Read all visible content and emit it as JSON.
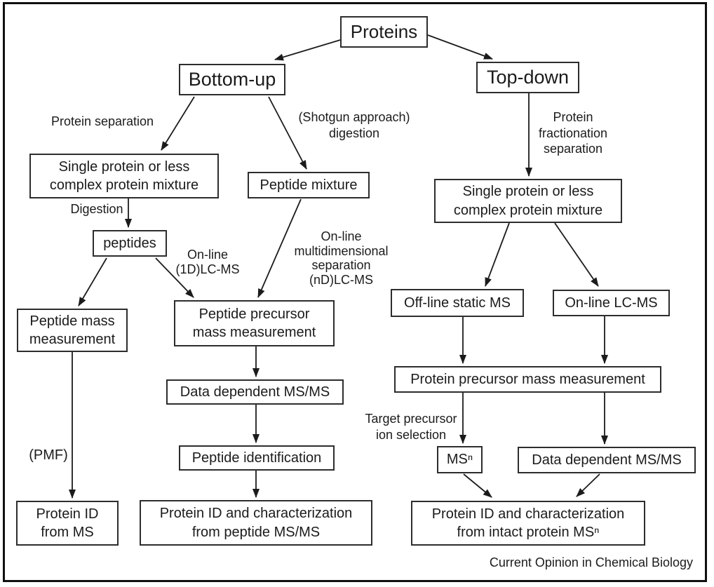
{
  "nodes": {
    "proteins": "Proteins",
    "bottom_up": "Bottom-up",
    "top_down": "Top-down",
    "single_protein_bottom_up": "Single protein or less\ncomplex protein mixture",
    "peptide_mixture": "Peptide mixture",
    "peptides": "peptides",
    "peptide_mass_measurement": "Peptide mass\nmeasurement",
    "peptide_precursor_mass_measurement": "Peptide precursor\nmass measurement",
    "data_dependent_msms_bottom_up": "Data dependent MS/MS",
    "peptide_identification": "Peptide identification",
    "protein_id_from_ms": "Protein ID\nfrom MS",
    "protein_id_peptide_msms": "Protein ID and characterization\nfrom peptide MS/MS",
    "single_protein_top_down": "Single protein or less\ncomplex protein mixture",
    "offline_static_ms": "Off-line static MS",
    "online_lc_ms": "On-line LC-MS",
    "protein_precursor_mass_measurement": "Protein precursor mass measurement",
    "msn": "MSⁿ",
    "data_dependent_msms_top_down": "Data dependent MS/MS",
    "protein_id_intact_msn": "Protein ID and characterization\nfrom intact protein MSⁿ"
  },
  "edge_labels": {
    "protein_separation": "Protein separation",
    "shotgun_digestion": "(Shotgun approach)\ndigestion",
    "protein_fractionation": "Protein\nfractionation\nseparation",
    "digestion": "Digestion",
    "online_1d_lc_ms": "On-line\n(1D)LC-MS",
    "online_multidimensional": "On-line\nmultidimensional\nseparation\n(nD)LC-MS",
    "pmf": "(PMF)",
    "target_precursor_ion_selection": "Target precursor\nion selection"
  },
  "credit": "Current Opinion in Chemical Biology",
  "colors": {
    "ink": "#1b1b1b",
    "box_border": "#2d2d2d",
    "background": "#ffffff"
  }
}
